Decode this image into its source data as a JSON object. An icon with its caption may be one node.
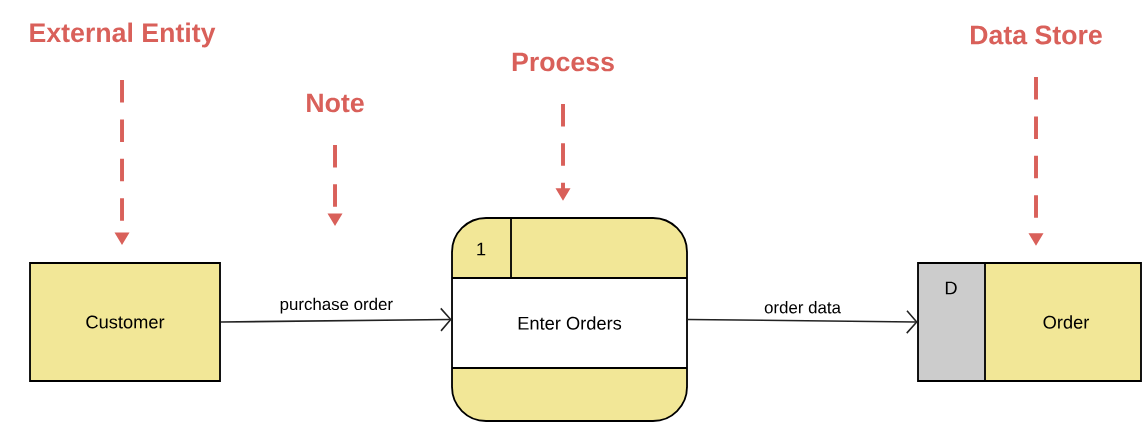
{
  "diagram": {
    "nodes": [
      {
        "text": [
          "External Entity"
        ]
      },
      {
        "text": [
          "Note"
        ]
      },
      {
        "text": [
          "Process"
        ]
      },
      {
        "text": [
          "Data Store"
        ]
      },
      {
        "text": [
          "Customer"
        ]
      },
      {
        "text": [
          "1",
          "Enter Orders"
        ]
      },
      {
        "text": [
          "D",
          "Order"
        ]
      }
    ],
    "edges": [
      {
        "from": 4,
        "to": 5,
        "label": "purchase order",
        "arrow": "to",
        "color": "#222222"
      },
      {
        "from": 5,
        "to": 6,
        "label": "order data",
        "arrow": "to",
        "color": "#222222"
      },
      {
        "from": 0,
        "to": 4,
        "arrow": "to",
        "style": "dashed",
        "color": "#d9605a"
      },
      {
        "from": 1,
        "to": null,
        "arrow": "to",
        "style": "dashed",
        "color": "#d9605a"
      },
      {
        "from": 2,
        "to": 5,
        "arrow": "to",
        "style": "dashed",
        "color": "#d9605a"
      },
      {
        "from": 3,
        "to": 6,
        "arrow": "to",
        "style": "dashed",
        "color": "#d9605a"
      }
    ]
  }
}
